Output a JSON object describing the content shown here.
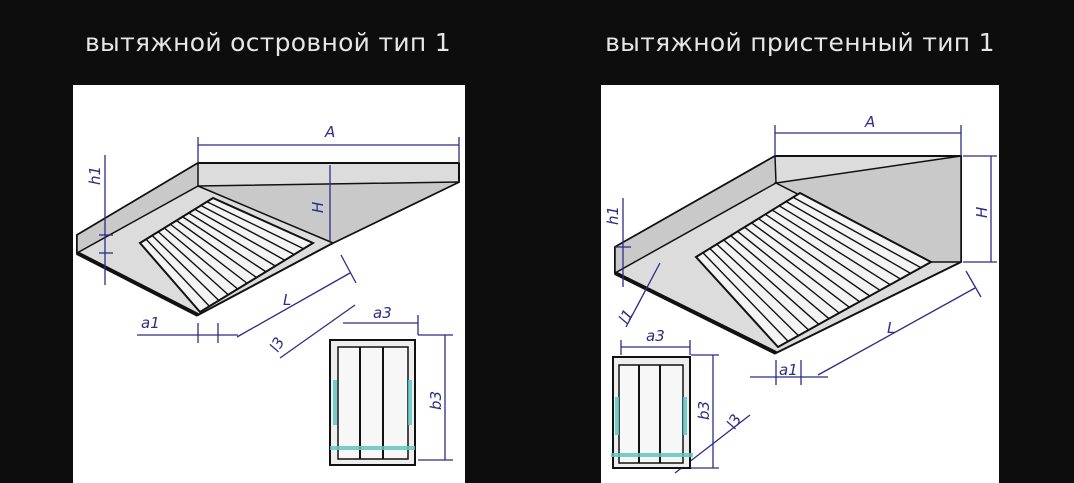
{
  "left": {
    "title": "вытяжной островной тип 1",
    "labels": {
      "A": "A",
      "H": "H",
      "h1": "h1",
      "L": "L",
      "a1": "a1",
      "l3": "l3",
      "a3": "a3",
      "b3": "b3"
    },
    "slats": 12
  },
  "right": {
    "title": "вытяжной пристенный тип 1",
    "labels": {
      "A": "A",
      "H": "H",
      "h1": "h1",
      "l1": "l1",
      "L": "L",
      "a1": "a1",
      "l3": "l3",
      "a3": "a3",
      "b3": "b3"
    },
    "slats": 15
  },
  "colors": {
    "background": "#0d0d0d",
    "dimension": "#2c2c86",
    "accent": "#5fc7c0"
  }
}
